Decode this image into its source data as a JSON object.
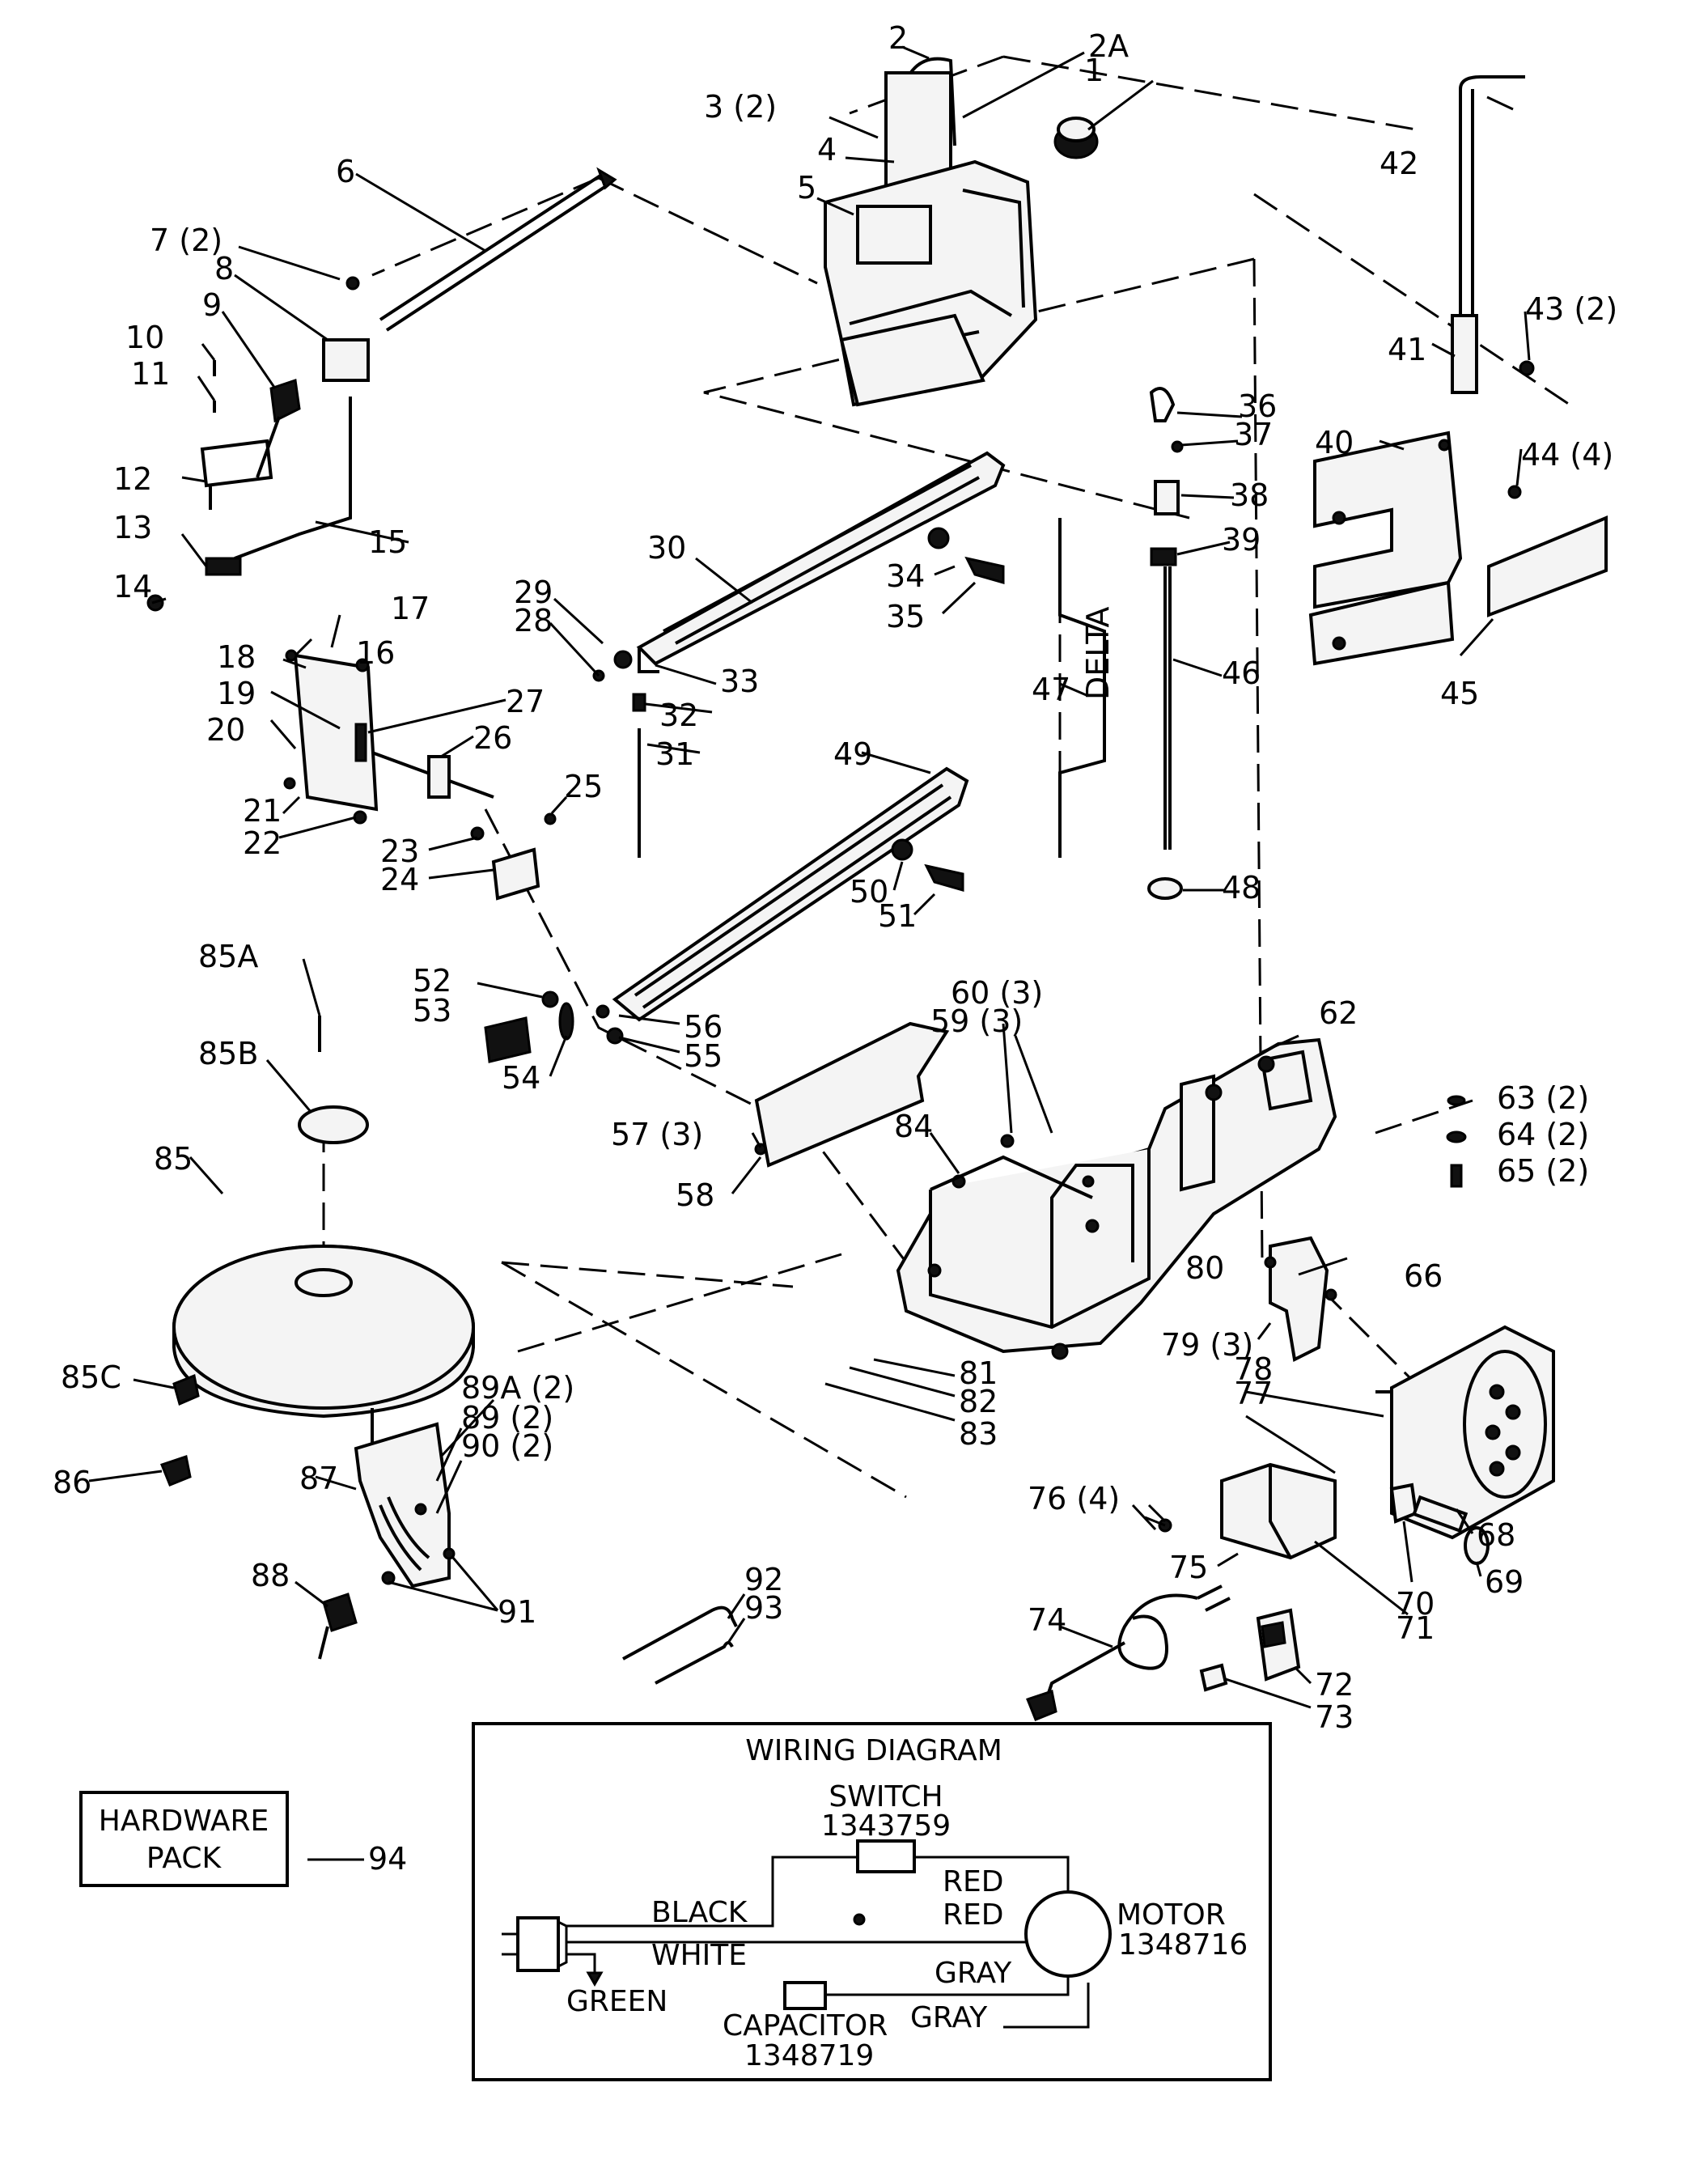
{
  "callouts": [
    "1",
    "2",
    "2A",
    "3 (2)",
    "4",
    "5",
    "6",
    "7 (2)",
    "8",
    "9",
    "10",
    "11",
    "12",
    "13",
    "14",
    "15",
    "16",
    "17",
    "18",
    "19",
    "20",
    "21",
    "22",
    "23",
    "24",
    "25",
    "26",
    "27",
    "28",
    "29",
    "30",
    "31",
    "32",
    "33",
    "34",
    "35",
    "36",
    "37",
    "38",
    "39",
    "40",
    "41",
    "42",
    "43 (2)",
    "44 (4)",
    "45",
    "46",
    "47",
    "48",
    "49",
    "50",
    "51",
    "52",
    "53",
    "54",
    "55",
    "56",
    "57 (3)",
    "58",
    "59 (3)",
    "60 (3)",
    "62",
    "63 (2)",
    "64 (2)",
    "65 (2)",
    "66",
    "68",
    "69",
    "70",
    "71",
    "72",
    "73",
    "74",
    "75",
    "76 (4)",
    "77",
    "78",
    "79 (3)",
    "80",
    "81",
    "82",
    "83",
    "84",
    "85",
    "85A",
    "85B",
    "85C",
    "86",
    "87",
    "88",
    "89 (2)",
    "89A (2)",
    "90 (2)",
    "91",
    "92",
    "93",
    "94"
  ],
  "hardware_pack": {
    "line1": "HARDWARE",
    "line2": "PACK",
    "ref": "94"
  },
  "wiring": {
    "title": "WIRING DIAGRAM",
    "switch_label": "SWITCH",
    "switch_part": "1343759",
    "black": "BLACK",
    "white": "WHITE",
    "green": "GREEN",
    "red_top": "RED",
    "red_bottom": "RED",
    "motor_label": "MOTOR",
    "motor_part": "1348716",
    "gray_top": "GRAY",
    "gray_bottom": "GRAY",
    "capacitor_label": "CAPACITOR",
    "capacitor_part": "1348719"
  }
}
